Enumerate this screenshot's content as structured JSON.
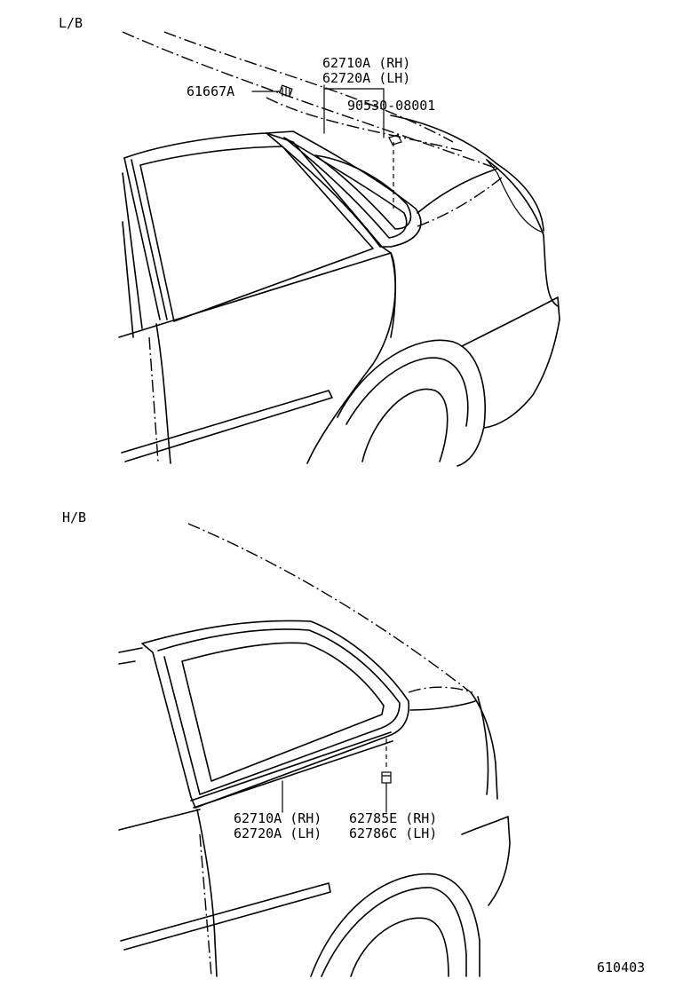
{
  "sections": {
    "lb": {
      "label": "L/B"
    },
    "hb": {
      "label": "H/B"
    }
  },
  "callouts": {
    "lb_molding_rh": "62710A (RH)",
    "lb_molding_lh": "62720A (LH)",
    "lb_clip": "61667A",
    "lb_screw": "90530-08001",
    "hb_molding_rh": "62710A (RH)",
    "hb_molding_lh": "62720A (LH)",
    "hb_clip_rh": "62785E (RH)",
    "hb_clip_lh": "62786C (LH)"
  },
  "figure_number": "610403"
}
